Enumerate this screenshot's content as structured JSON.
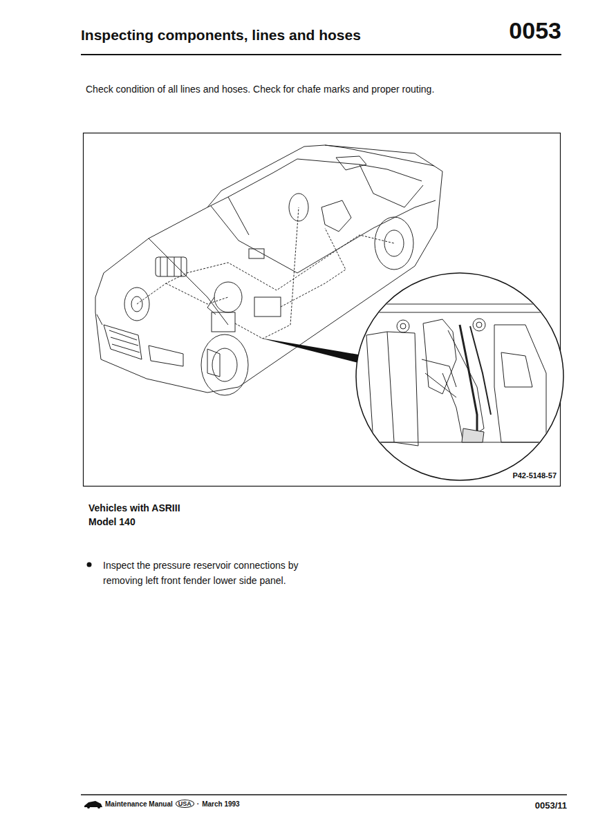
{
  "diagram": {
    "title": "Inspecting components, lines and hoses",
    "labels": [
      "0053",
      "Check condition of all lines and hoses. Check for chafe marks and proper routing.",
      "P42-5148-57",
      "Vehicles with ASRIII",
      "Model 140",
      "Inspect the pressure reservoir connections by removing left front fender lower side panel.",
      "Maintenance Manual",
      "USA",
      "·",
      "March 1993",
      "0053/11"
    ]
  }
}
